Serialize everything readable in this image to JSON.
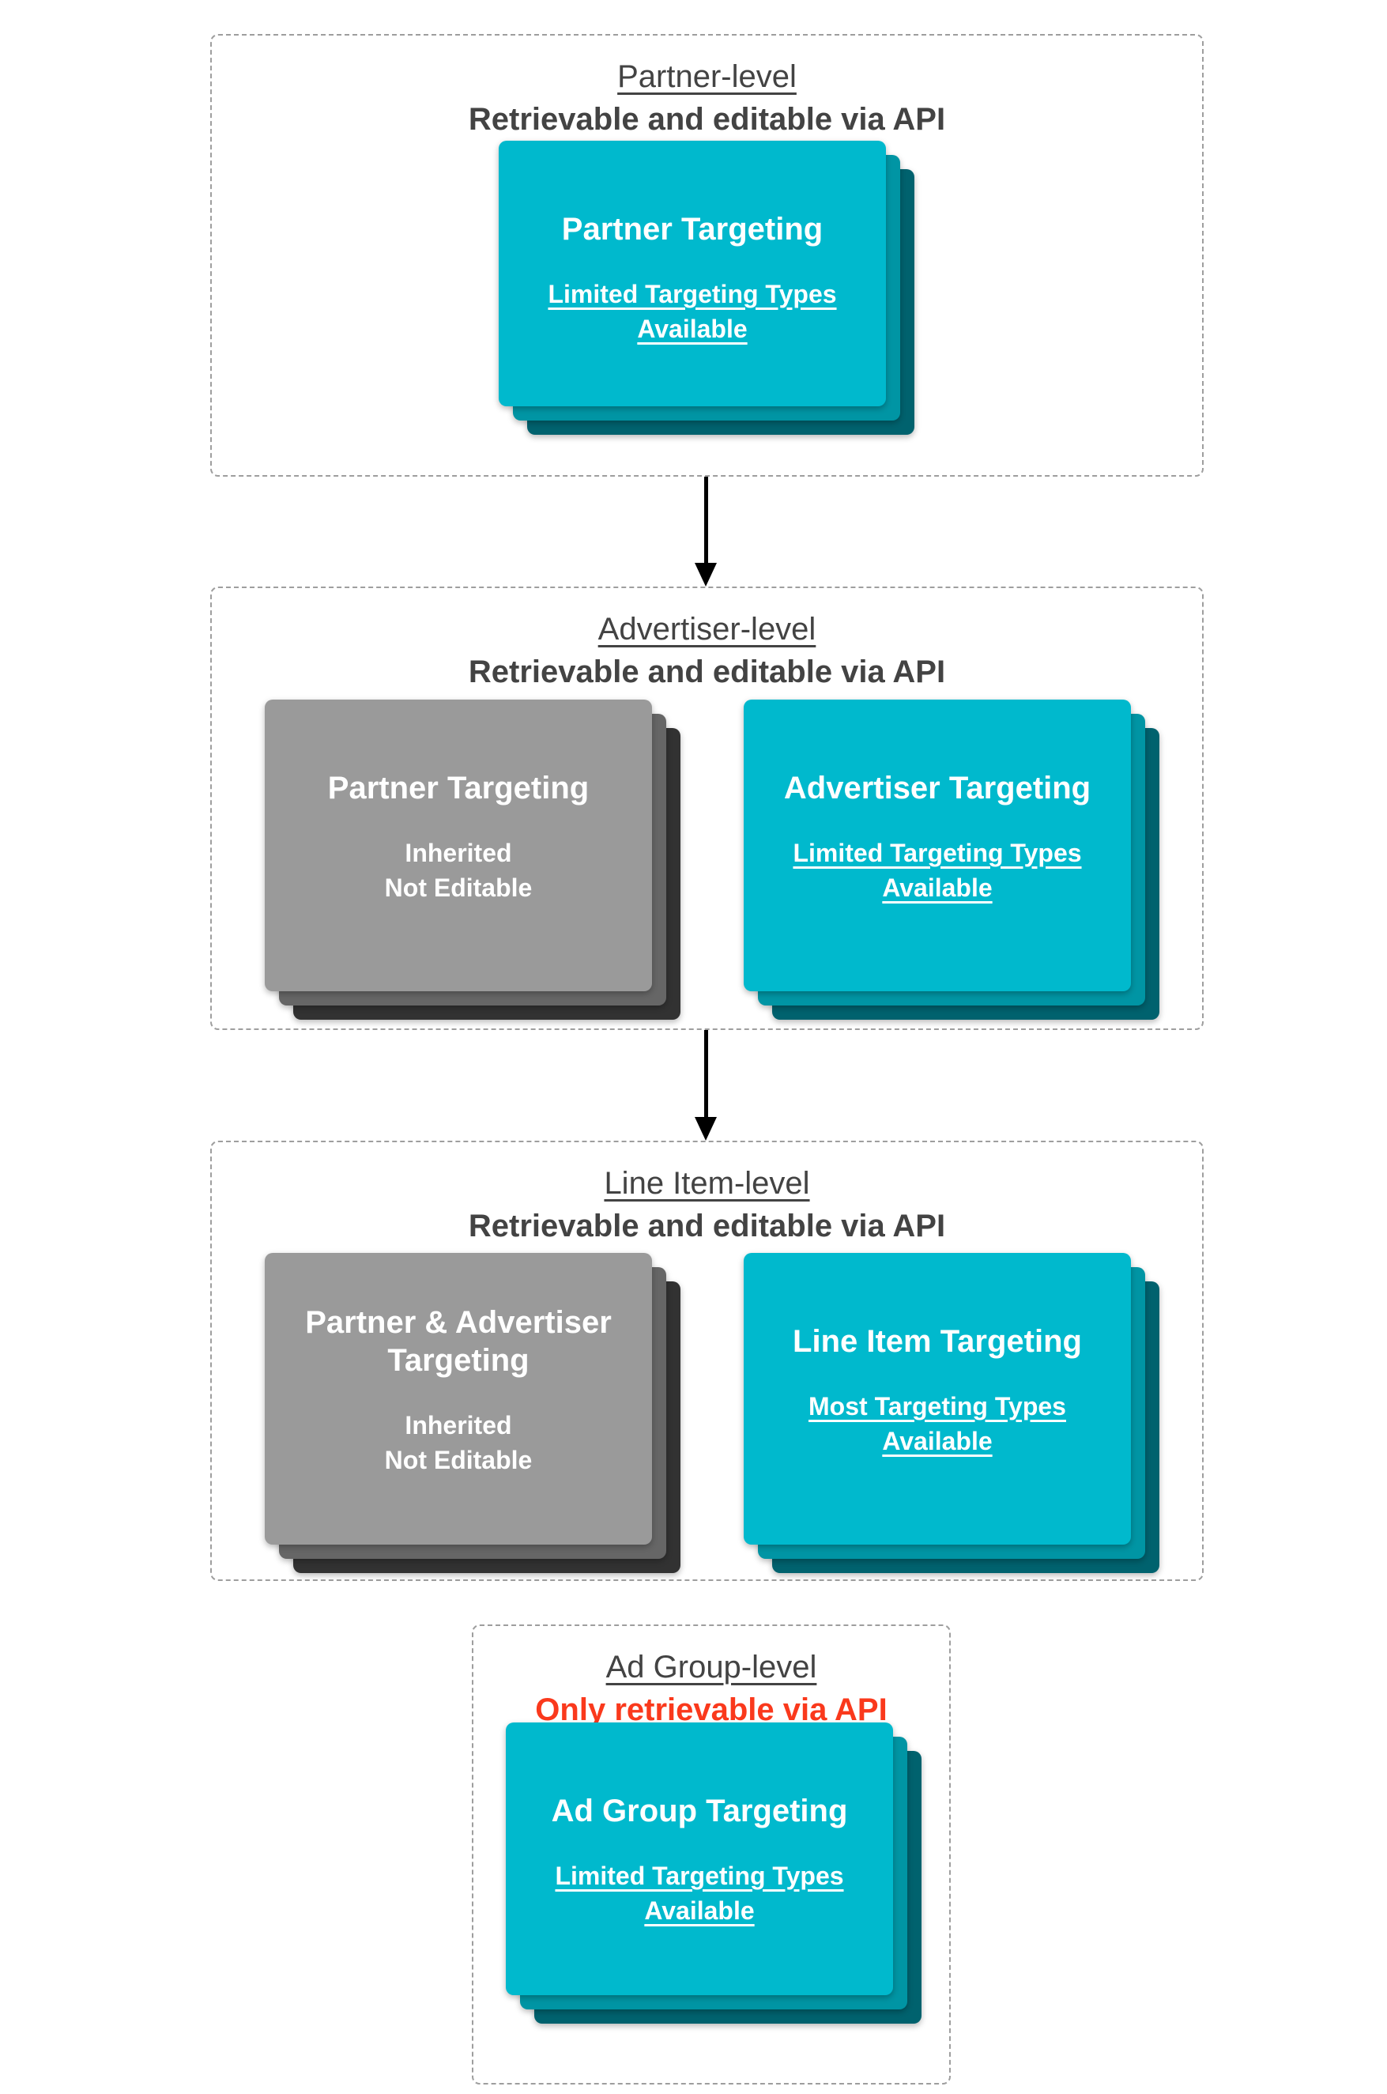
{
  "diagram": {
    "colors": {
      "teal_card": "#00b9cd",
      "teal_layer2": "#0095a4",
      "teal_layer3": "#00626e",
      "gray_card": "#9a9a9a",
      "gray_layer2": "#666666",
      "gray_layer3": "#323232",
      "heading_text": "#434343",
      "alert_text": "#fa391c",
      "card_text": "#ffffff",
      "section_border": "#9e9e9e",
      "arrow": "#000000"
    },
    "sections": [
      {
        "title": "Partner-level",
        "subtitle": "Retrievable and editable via API",
        "cards": [
          {
            "title": "Partner Targeting",
            "subtitle": "Limited Targeting Types\nAvailable"
          }
        ]
      },
      {
        "title": "Advertiser-level",
        "subtitle": "Retrievable and editable via API",
        "cards": [
          {
            "title": "Partner Targeting",
            "subtitle": "Inherited\nNot Editable"
          },
          {
            "title": "Advertiser Targeting",
            "subtitle": "Limited Targeting Types\nAvailable"
          }
        ]
      },
      {
        "title": "Line Item-level",
        "subtitle": "Retrievable and editable via API",
        "cards": [
          {
            "title": "Partner & Advertiser\nTargeting",
            "subtitle": "Inherited\nNot Editable"
          },
          {
            "title": "Line Item Targeting",
            "subtitle": "Most Targeting Types\nAvailable"
          }
        ]
      },
      {
        "title": "Ad Group-level",
        "subtitle": "Only retrievable via API",
        "cards": [
          {
            "title": "Ad Group Targeting",
            "subtitle": "Limited Targeting Types\nAvailable"
          }
        ]
      }
    ]
  }
}
